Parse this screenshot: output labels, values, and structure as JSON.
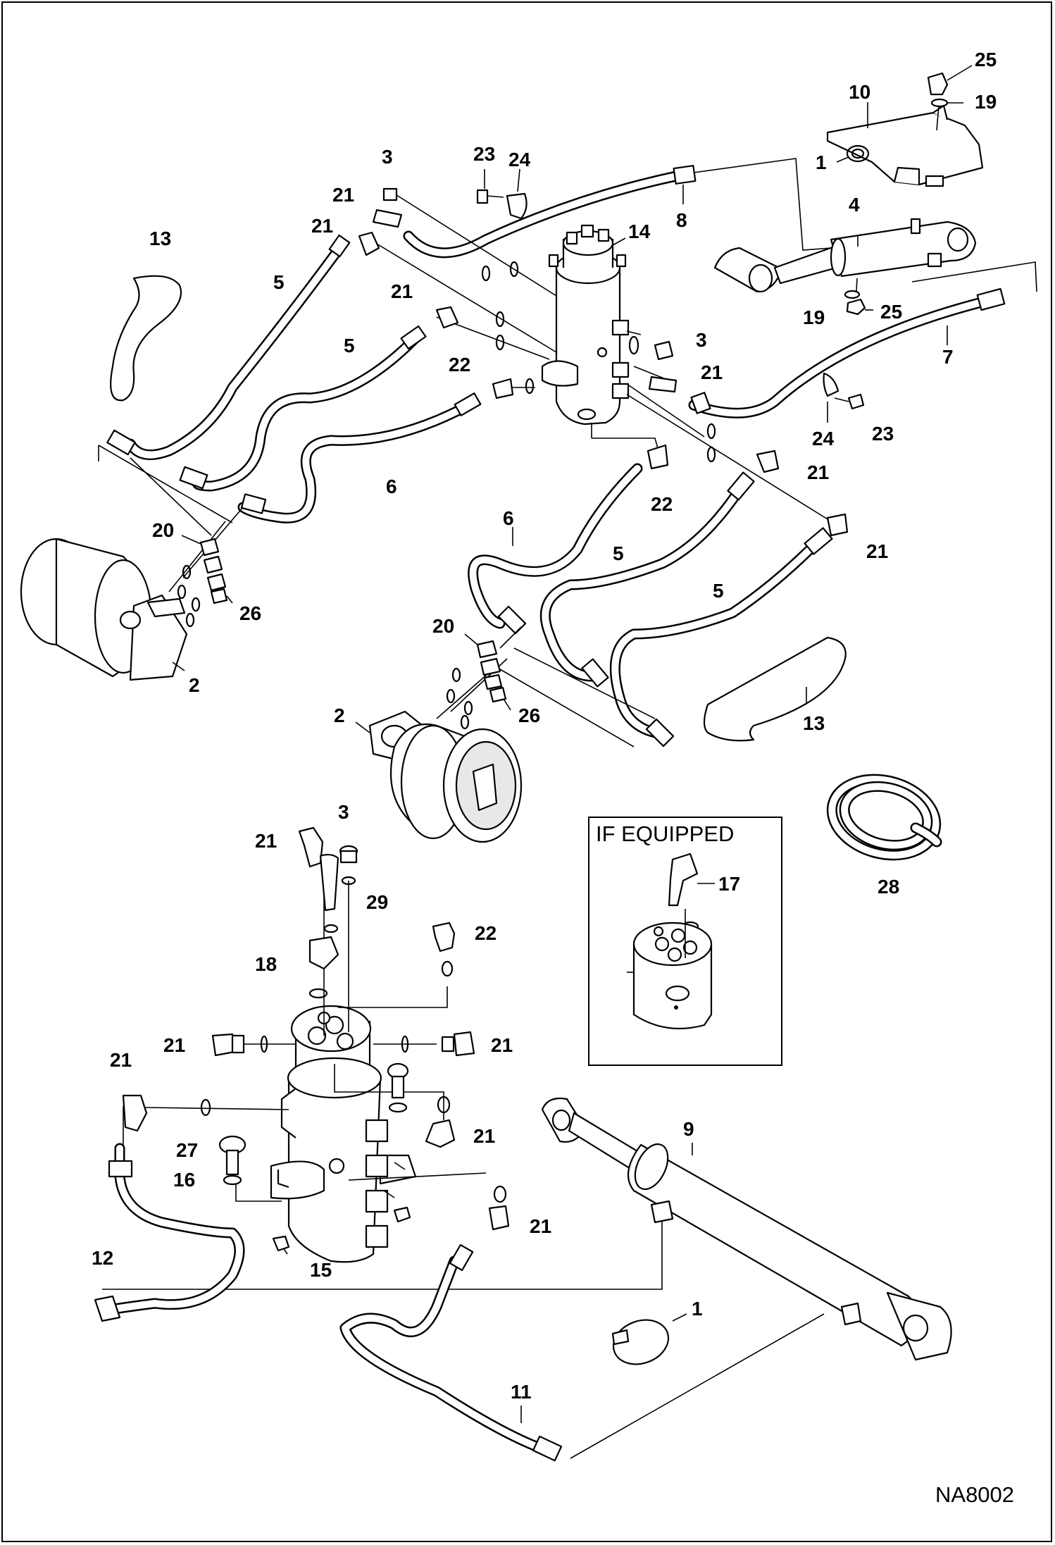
{
  "diagram_code": "NA8002",
  "inset": {
    "title": "IF EQUIPPED",
    "callout": "17"
  },
  "callouts": {
    "top_25": "25",
    "top_19": "19",
    "cover_10": "10",
    "cover_1": "1",
    "fit_3_top": "3",
    "bolt_23_top": "23",
    "clamp_24_top": "24",
    "fit_21_a": "21",
    "fit_21_b": "21",
    "swivel_14": "14",
    "hose_8": "8",
    "cyl_4": "4",
    "elbow_13_left": "13",
    "hose_5_a": "5",
    "hose_5_b": "5",
    "fit_21_c": "21",
    "fit_3_mid": "3",
    "fit_21_d": "21",
    "fit_22_a": "22",
    "nut_19": "19",
    "nut_25": "25",
    "hose_7": "7",
    "clamp_24_mid": "24",
    "bolt_23_mid": "23",
    "hose_6_a": "6",
    "fit_21_e": "21",
    "fit_22_b": "22",
    "fit_20_left": "20",
    "fit_26_left": "26",
    "motor_2_left": "2",
    "hose_6_b": "6",
    "hose_5_c": "5",
    "hose_5_d": "5",
    "fit_21_f": "21",
    "fit_20_mid": "20",
    "fit_26_mid": "26",
    "motor_2_mid": "2",
    "elbow_13_right": "13",
    "coil_28": "28",
    "low_21_a": "21",
    "low_3": "3",
    "low_29": "29",
    "low_22": "22",
    "low_18": "18",
    "low_21_b": "21",
    "low_21_c": "21",
    "low_21_d": "21",
    "low_21_e": "21",
    "low_27": "27",
    "low_16": "16",
    "low_15": "15",
    "low_21_f": "21",
    "cyl_9": "9",
    "hose_12": "12",
    "clip_1": "1",
    "hose_11": "11"
  }
}
